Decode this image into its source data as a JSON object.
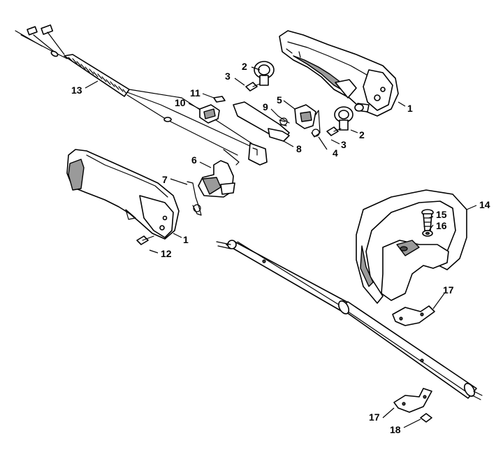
{
  "callouts": [
    {
      "id": "c1a",
      "label": "1"
    },
    {
      "id": "c1b",
      "label": "1"
    },
    {
      "id": "c2a",
      "label": "2"
    },
    {
      "id": "c2b",
      "label": "2"
    },
    {
      "id": "c3a",
      "label": "3"
    },
    {
      "id": "c3b",
      "label": "3"
    },
    {
      "id": "c4",
      "label": "4"
    },
    {
      "id": "c5",
      "label": "5"
    },
    {
      "id": "c6",
      "label": "6"
    },
    {
      "id": "c7",
      "label": "7"
    },
    {
      "id": "c8",
      "label": "8"
    },
    {
      "id": "c9",
      "label": "9"
    },
    {
      "id": "c10",
      "label": "10"
    },
    {
      "id": "c11",
      "label": "11"
    },
    {
      "id": "c12",
      "label": "12"
    },
    {
      "id": "c13",
      "label": "13"
    },
    {
      "id": "c14",
      "label": "14"
    },
    {
      "id": "c15",
      "label": "15"
    },
    {
      "id": "c16",
      "label": "16"
    },
    {
      "id": "c17a",
      "label": "17"
    },
    {
      "id": "c17b",
      "label": "17"
    },
    {
      "id": "c18",
      "label": "18"
    }
  ],
  "colors": {
    "line": "#000000",
    "fill": "#ffffff",
    "shade": "#9a9a9a"
  }
}
